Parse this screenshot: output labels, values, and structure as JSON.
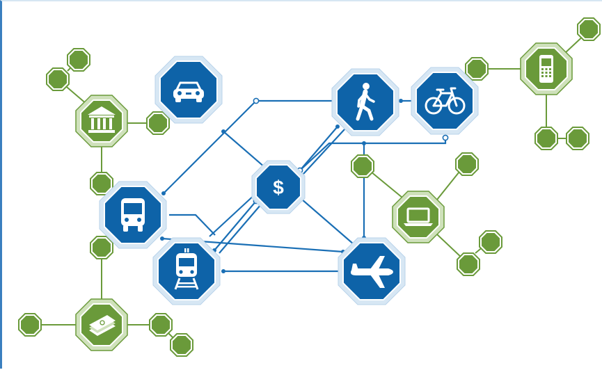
{
  "colors": {
    "blue_fill": "#0e63a8",
    "blue_ring": "#d7e7f4",
    "blue_line": "#1a6fb5",
    "green_fill": "#6a9a3a",
    "green_ring": "#cfe1bb",
    "green_line": "#6a9a3a",
    "white": "#ffffff"
  },
  "currency_symbol": "$",
  "nodes": [
    {
      "id": "money",
      "kind": "blue",
      "icon": "dollar-icon"
    },
    {
      "id": "car",
      "kind": "blue",
      "icon": "car-icon"
    },
    {
      "id": "walk",
      "kind": "blue",
      "icon": "pedestrian-icon"
    },
    {
      "id": "bike",
      "kind": "blue",
      "icon": "bicycle-icon"
    },
    {
      "id": "bus",
      "kind": "blue",
      "icon": "bus-icon"
    },
    {
      "id": "train",
      "kind": "blue",
      "icon": "train-icon"
    },
    {
      "id": "plane",
      "kind": "blue",
      "icon": "airplane-icon"
    },
    {
      "id": "bank",
      "kind": "green",
      "icon": "bank-icon"
    },
    {
      "id": "phone",
      "kind": "green",
      "icon": "mobile-phone-icon"
    },
    {
      "id": "laptop",
      "kind": "green",
      "icon": "laptop-icon"
    },
    {
      "id": "cash",
      "kind": "green",
      "icon": "cash-icon"
    }
  ]
}
